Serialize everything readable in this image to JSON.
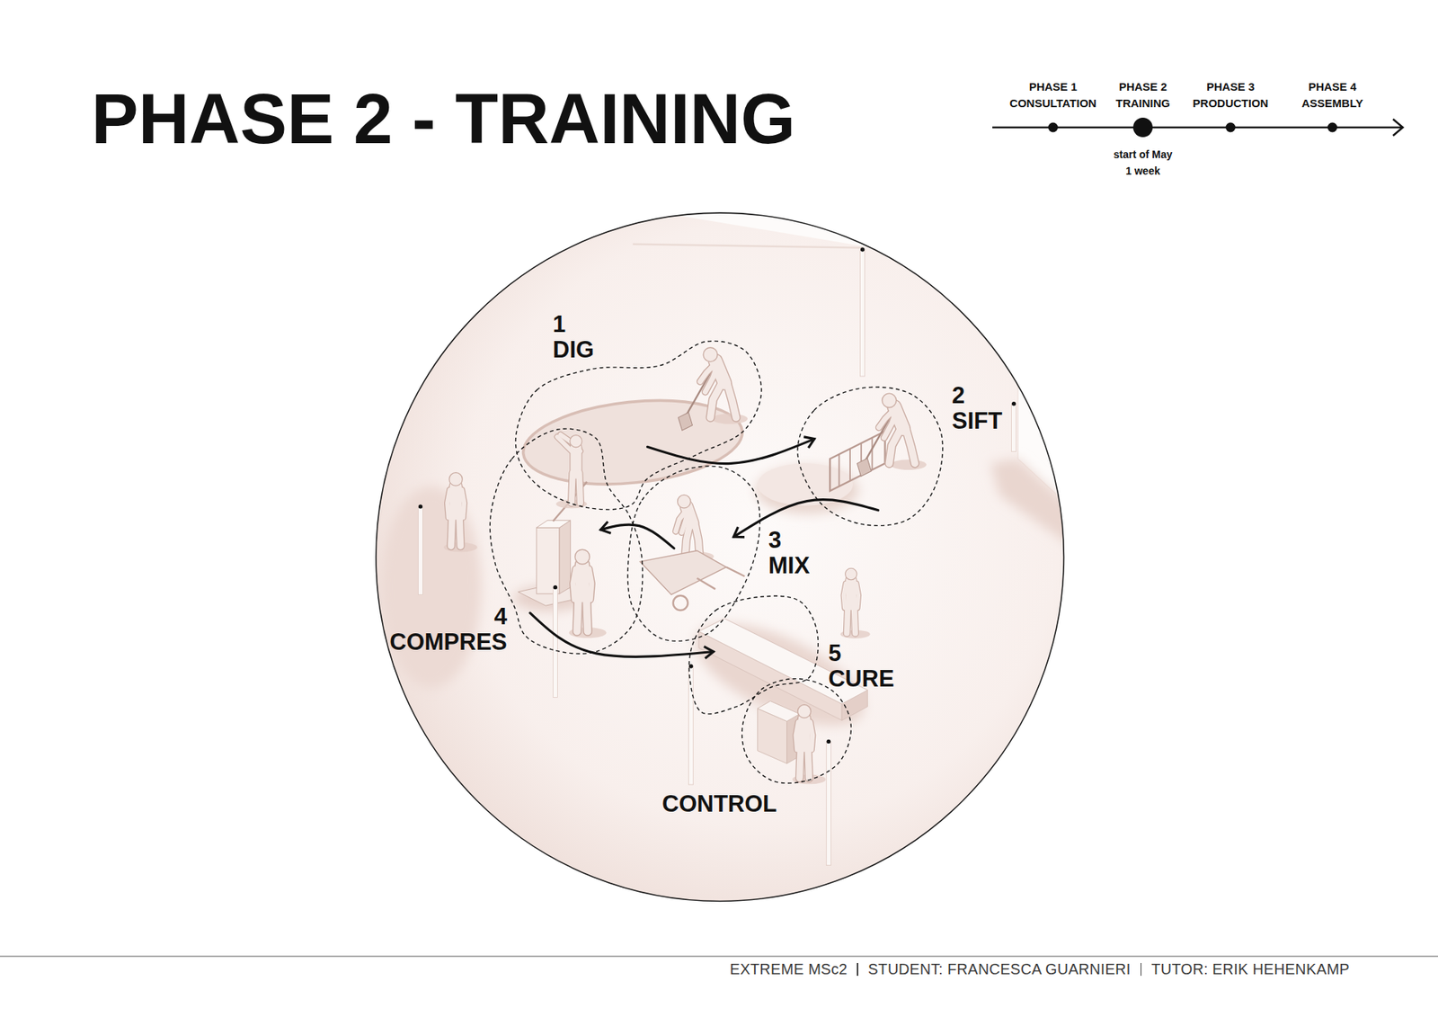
{
  "diagram": {
    "title": "PHASE 2 - TRAINING",
    "nodes": [
      {
        "text": [
          "1",
          "DIG"
        ]
      },
      {
        "text": [
          "2",
          "SIFT"
        ]
      },
      {
        "text": [
          "3",
          "MIX"
        ]
      },
      {
        "text": [
          "4",
          "COMPRES"
        ]
      },
      {
        "text": [
          "5",
          "CURE"
        ]
      },
      {
        "text": [
          "CONTROL"
        ]
      }
    ],
    "edges": [
      {
        "from": 0,
        "to": 1,
        "arrow": "to"
      },
      {
        "from": 1,
        "to": 2,
        "arrow": "to"
      },
      {
        "from": 2,
        "to": 3,
        "arrow": "to"
      },
      {
        "from": 3,
        "to": 4,
        "arrow": "to"
      }
    ],
    "labels": [
      "PHASE 1",
      "CONSULTATION",
      "PHASE 2",
      "TRAINING",
      "PHASE 3",
      "PRODUCTION",
      "PHASE 4",
      "ASSEMBLY",
      "start of May",
      "1 week",
      "EXTREME MSc2",
      "STUDENT: FRANCESCA GUARNIERI",
      "TUTOR: ERIK HEHENKAMP"
    ]
  }
}
